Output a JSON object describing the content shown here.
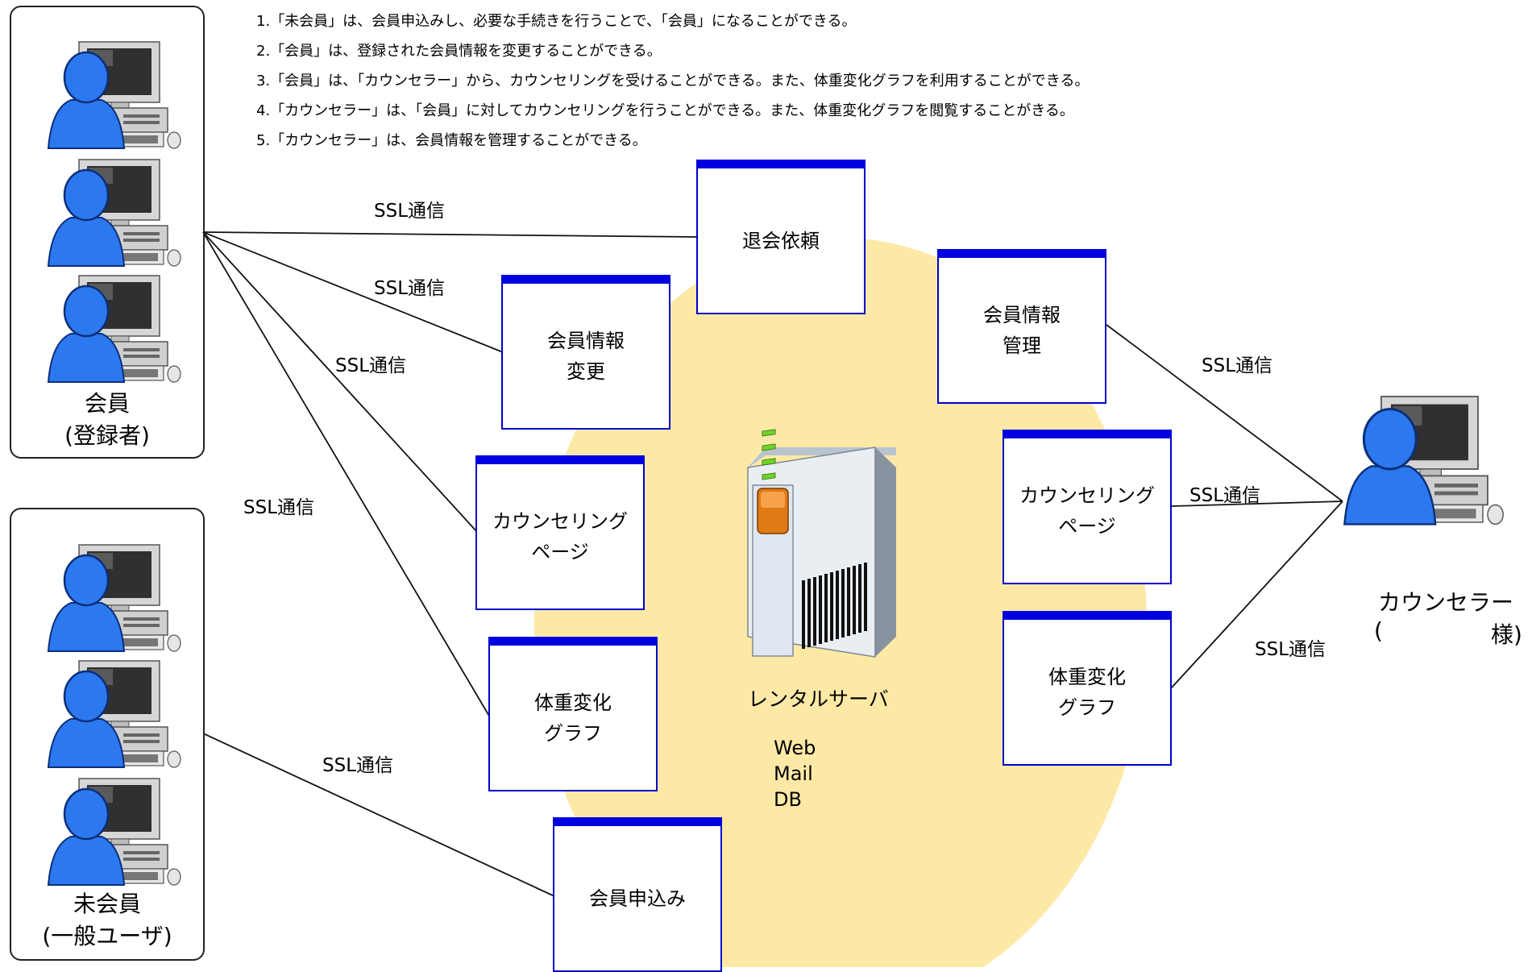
{
  "notes": [
    "1.「未会員」は、会員申込みし、必要な手続きを行うことで、「会員」になることができる。",
    "2.「会員」は、登録された会員情報を変更することができる。",
    "3.「会員」は、「カウンセラー」から、カウンセリングを受けることができる。また、体重変化グラフを利用することができる。",
    "4.「カウンセラー」は、「会員」に対してカウンセリングを行うことができる。また、体重変化グラフを閲覧することがきる。",
    "5.「カウンセラー」は、会員情報を管理することができる。"
  ],
  "members": {
    "line1": "会員",
    "line2": "(登録者)"
  },
  "non_members": {
    "line1": "未会員",
    "line2": "(一般ユーザ)"
  },
  "counselor": {
    "line1": "カウンセラー",
    "paren_open": "(",
    "paren_close": "様)"
  },
  "screens": {
    "withdraw": [
      "退会依頼"
    ],
    "member_info_change": [
      "会員情報",
      "変更"
    ],
    "counseling_left": [
      "カウンセリング",
      "ページ"
    ],
    "weight_graph_left": [
      "体重変化",
      "グラフ"
    ],
    "member_apply": [
      "会員申込み"
    ],
    "member_info_manage": [
      "会員情報",
      "管理"
    ],
    "counseling_right": [
      "カウンセリング",
      "ページ"
    ],
    "weight_graph_right": [
      "体重変化",
      "グラフ"
    ]
  },
  "ssl_label": "SSL通信",
  "server": {
    "caption": "レンタルサーバ",
    "services": [
      "Web",
      "Mail",
      "DB"
    ]
  },
  "colors": {
    "screen_header": "#0000e0",
    "server_area": "#fde9a6",
    "person": "#1f6fe8"
  },
  "icons": [
    "computer-user-icon",
    "server-tower-icon"
  ]
}
